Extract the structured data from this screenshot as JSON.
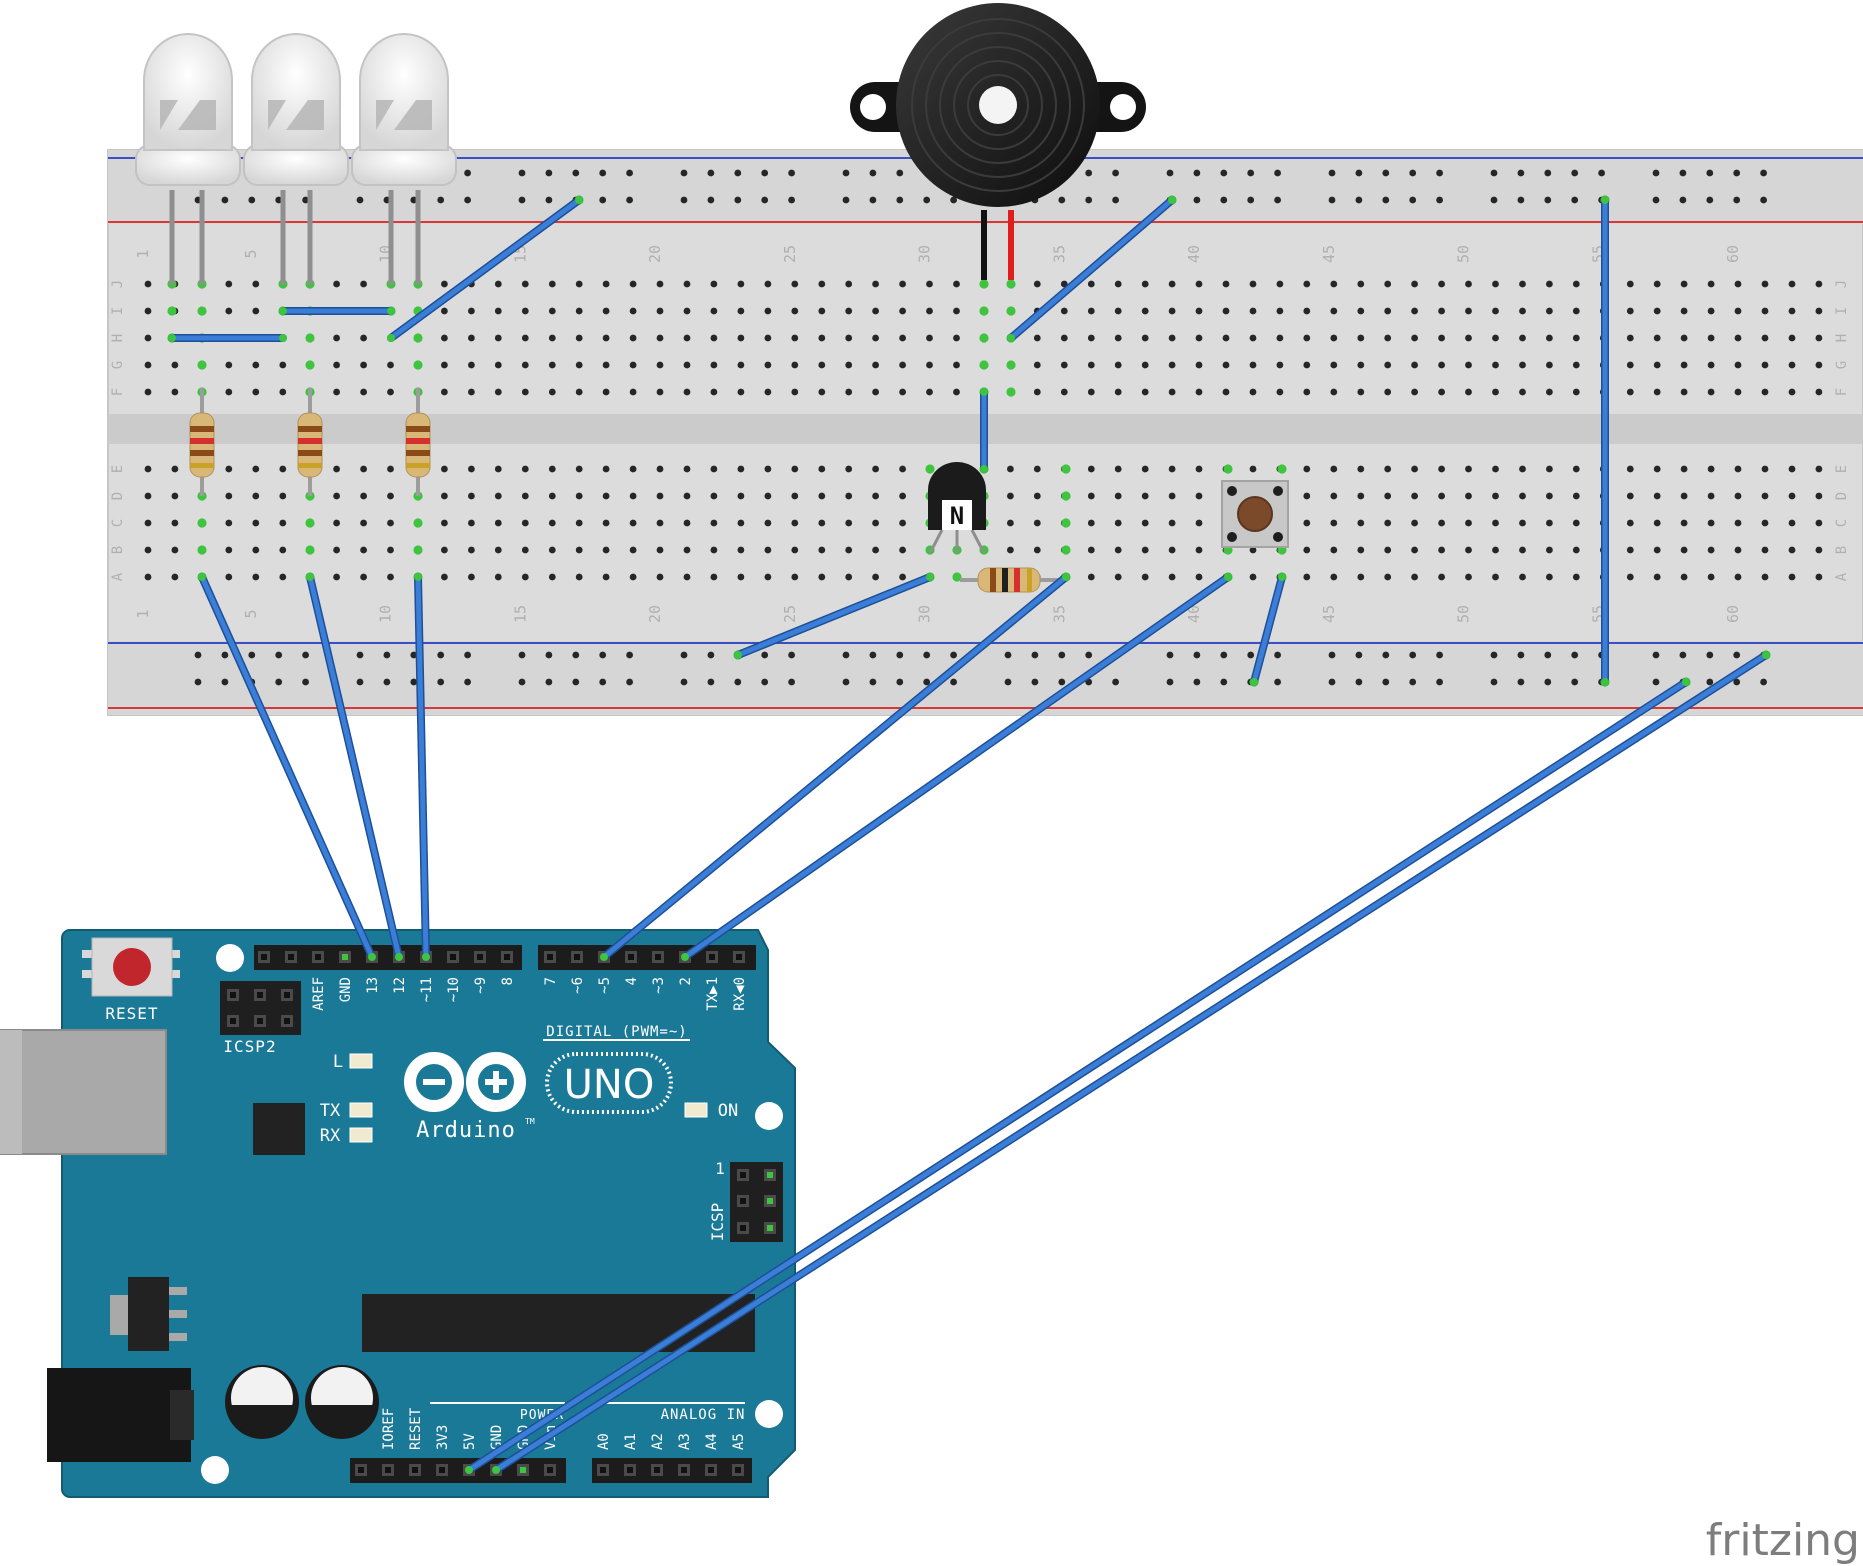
{
  "breadboard": {
    "row_letters_top": [
      "J",
      "I",
      "H",
      "G",
      "F"
    ],
    "row_letters_bottom": [
      "E",
      "D",
      "C",
      "B",
      "A"
    ],
    "column_numbers": [
      "1",
      "5",
      "10",
      "15",
      "20",
      "25",
      "30",
      "35",
      "40",
      "45",
      "50",
      "55",
      "60"
    ]
  },
  "components": {
    "transistor_mark": "N"
  },
  "arduino": {
    "reset_label": "RESET",
    "icsp2_label": "ICSP2",
    "icsp_label": "ICSP",
    "icsp_pin1": "1",
    "led_l": "L",
    "led_tx": "TX",
    "led_rx": "RX",
    "led_on": "ON",
    "logo_model": "UNO",
    "logo_brand": "Arduino",
    "logo_tm": "TM",
    "digital_label": "DIGITAL (PWM=~)",
    "power_label": "POWER",
    "analog_label": "ANALOG IN",
    "top_pins_left": [
      "AREF",
      "GND",
      "13",
      "12",
      "~11",
      "~10",
      "~9",
      "8"
    ],
    "top_pins_right": [
      "7",
      "~6",
      "~5",
      "4",
      "~3",
      "2",
      "TX▶1",
      "RX◀0"
    ],
    "bottom_pins_power": [
      "IOREF",
      "RESET",
      "3V3",
      "5V",
      "GND",
      "GND",
      "Vin"
    ],
    "bottom_pins_analog": [
      "A0",
      "A1",
      "A2",
      "A3",
      "A4",
      "A5"
    ]
  },
  "watermark": "fritzing",
  "colors": {
    "board": "#1a7996",
    "breadboard": "#dcdcdc",
    "wire": "#2f6fc9",
    "rail_red": "#d93838",
    "rail_blue": "#3a4fc4",
    "hole_green": "#3ec43e"
  }
}
